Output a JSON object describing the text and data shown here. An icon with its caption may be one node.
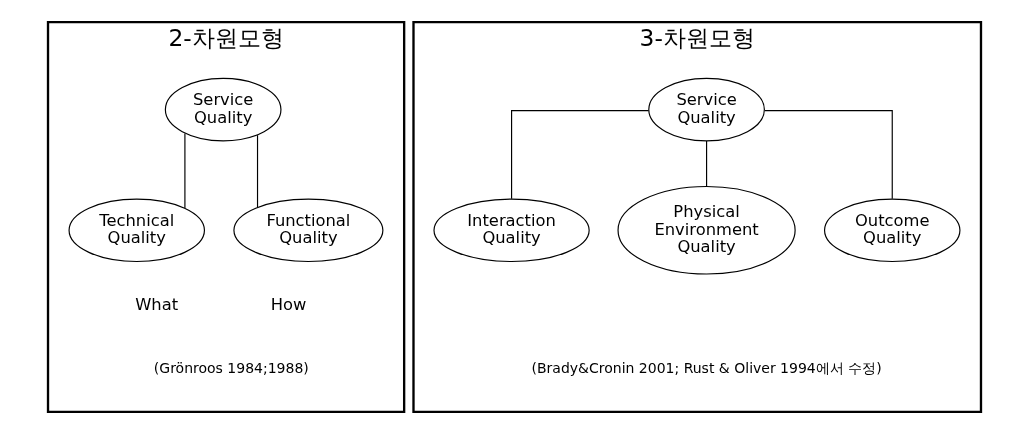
{
  "diagram": {
    "nodes": [
      {
        "text": [
          "2-차원모형"
        ]
      },
      {
        "text": [
          "Service Quality"
        ],
        "in": 0
      },
      {
        "text": [
          "Technical Quality"
        ],
        "in": 0,
        "beside": [
          "What"
        ]
      },
      {
        "text": [
          "Functional Quality"
        ],
        "in": 0,
        "beside": [
          "How"
        ]
      },
      {
        "text": [
          "3-차원모형"
        ]
      },
      {
        "text": [
          "Service Quality"
        ],
        "in": 4
      },
      {
        "text": [
          "Interaction Quality"
        ],
        "in": 4
      },
      {
        "text": [
          "Physical Environment Quality"
        ],
        "in": 4
      },
      {
        "text": [
          "Outcome Quality"
        ],
        "in": 4
      }
    ],
    "edges": [
      {
        "from": 1,
        "to": 2,
        "arrow": "none"
      },
      {
        "from": 1,
        "to": 3,
        "arrow": "none"
      },
      {
        "from": 5,
        "to": 6,
        "arrow": "none"
      },
      {
        "from": 5,
        "to": 7,
        "arrow": "none"
      },
      {
        "from": 5,
        "to": 8,
        "arrow": "none"
      }
    ],
    "labels": [
      "(Grönroos 1984;1988)",
      "(Brady&Cronin 2001; Rust & Oliver 1994에서 수정)"
    ]
  }
}
